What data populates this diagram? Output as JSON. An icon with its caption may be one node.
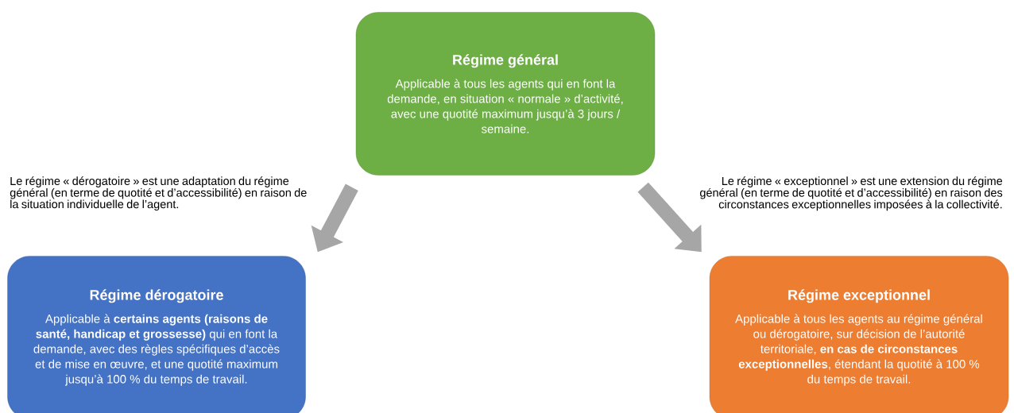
{
  "diagram": {
    "nodes": [
      {
        "text": [
          "Régime général",
          "Applicable à tous les agents qui en font la demande, en situation « normale » d’activité, avec une quotité maximum jusqu’à 3 jours / semaine."
        ]
      },
      {
        "text": [
          "Régime dérogatoire",
          "Applicable à **certains agents (raisons de santé, handicap et grossesse)** qui en font la demande, avec des règles spécifiques d’accès et de mise en œuvre, et une quotité maximum jusqu’à 100 % du temps de travail."
        ]
      },
      {
        "text": [
          "Régime exceptionnel",
          "Applicable à tous les agents au régime général ou dérogatoire, sur décision de l’autorité territoriale, **en cas de circonstances exceptionnelles**, étendant la quotité à 100 % du temps de travail."
        ]
      }
    ],
    "edges": [
      {
        "from": 0,
        "to": 1,
        "arrow": "to",
        "label": "Le régime « dérogatoire » est une adaptation du régime général (en terme de quotité et d’accessibilité) en raison de la situation individuelle de l’agent."
      },
      {
        "from": 0,
        "to": 2,
        "arrow": "to",
        "label": "Le régime « exceptionnel » est une extension du régime général (en terme de quotité et d’accessibilité) en raison des circonstances exceptionnelles imposées à la collectivité."
      }
    ]
  }
}
